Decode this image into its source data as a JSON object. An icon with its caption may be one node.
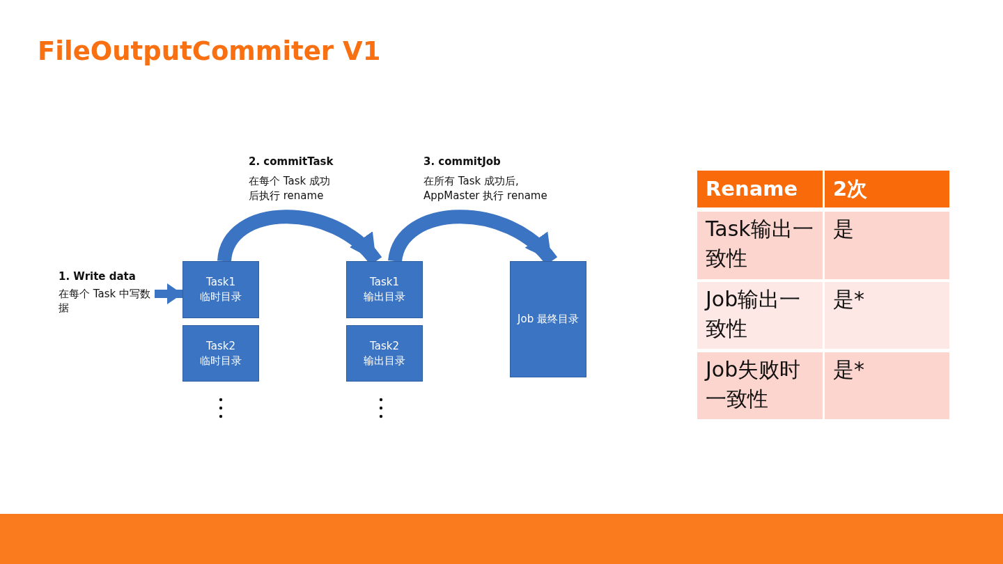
{
  "diagram": {
    "title": "FileOutputCommiter V1",
    "nodes": [
      {
        "text": [
          "1.  Write data",
          "在每个 Task 中写数据"
        ]
      },
      {
        "text": [
          "Task1 临时目录"
        ]
      },
      {
        "text": [
          "Task2 临时目录"
        ]
      },
      {
        "text": [
          "Task1 输出目录"
        ]
      },
      {
        "text": [
          "Task2 输出目录"
        ]
      },
      {
        "text": [
          "Job 最终目录"
        ]
      }
    ],
    "edges": [
      {
        "from": 0,
        "to": 1,
        "arrow": "to"
      },
      {
        "from": 1,
        "to": 3,
        "arrow": "to"
      },
      {
        "from": 3,
        "to": 5,
        "arrow": "to"
      }
    ],
    "labels": [
      "2. commitTask",
      "在每个 Task 成功后执行 rename",
      "3. commitJob",
      "在所有 Task 成功后, AppMaster 执行 rename",
      "Rename",
      "2次",
      "Task输出一致性",
      "是",
      "Job输出一致性",
      "是*",
      "Job失败时一致性",
      "是*"
    ]
  }
}
